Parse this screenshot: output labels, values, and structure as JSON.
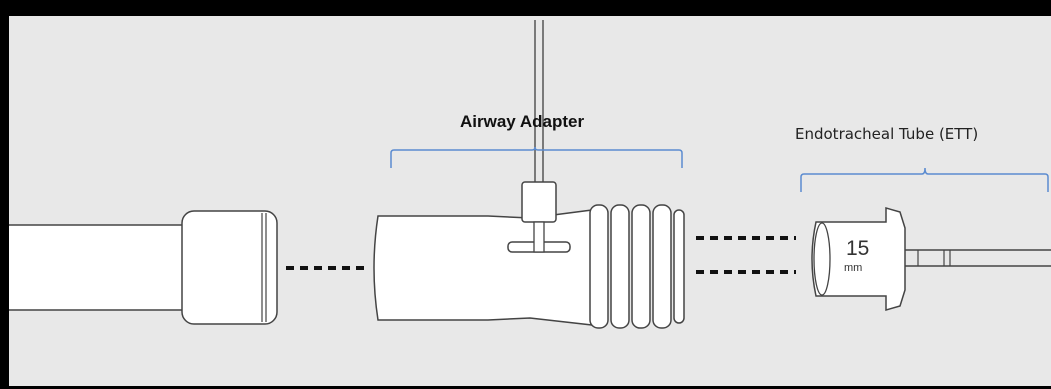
{
  "labels": {
    "airway_adapter": "Airway Adapter",
    "ett": "Endotracheal Tube (ETT)",
    "size_value": "15",
    "size_unit": "mm"
  },
  "colors": {
    "background": "#e8e8e8",
    "frame": "#000000",
    "bracket": "#5b8bd0",
    "outline": "#444444",
    "part_fill": "#ffffff"
  }
}
